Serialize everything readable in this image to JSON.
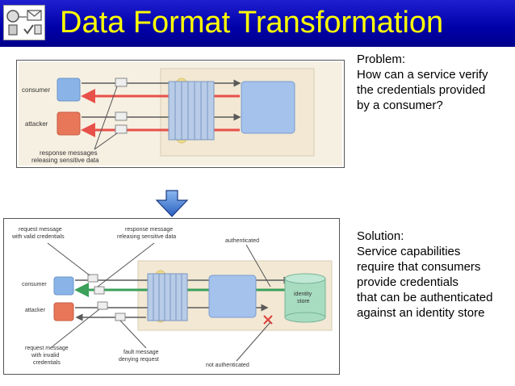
{
  "header": {
    "title": "Data Format Transformation"
  },
  "problem": {
    "heading": "Problem:",
    "lines": [
      "How can a service verify",
      "the credentials provided",
      "by a consumer?"
    ]
  },
  "solution": {
    "heading": "Solution:",
    "lines": [
      "Service capabilities",
      "require that consumers",
      "provide credentials",
      "that can be authenticated",
      "against an identity store"
    ]
  },
  "diagram_top": {
    "consumer": "consumer",
    "attacker": "attacker",
    "caption_line1": "response messages",
    "caption_line2": "releasing sensitive data"
  },
  "diagram_bottom": {
    "request_valid_line1": "request message",
    "request_valid_line2": "with valid credentials",
    "response_line1": "response message",
    "response_line2": "releasing sensitive data",
    "authenticated": "authenticated",
    "consumer": "consumer",
    "attacker": "attacker",
    "identity_line1": "identity",
    "identity_line2": "store",
    "request_invalid_line1": "request message",
    "request_invalid_line2": "with invalid",
    "request_invalid_line3": "credentials",
    "fault_line1": "fault message",
    "fault_line2": "denying request",
    "not_authenticated": "not authenticated"
  },
  "colors": {
    "header_bg": "#0000a8",
    "title": "#ffff00",
    "request_arrow": "#5a5a5a",
    "response_arrow_red": "#e8504a",
    "response_arrow_green": "#3aa05a",
    "consumer_box": "#8ab4e8",
    "attacker_box": "#e8775a"
  }
}
